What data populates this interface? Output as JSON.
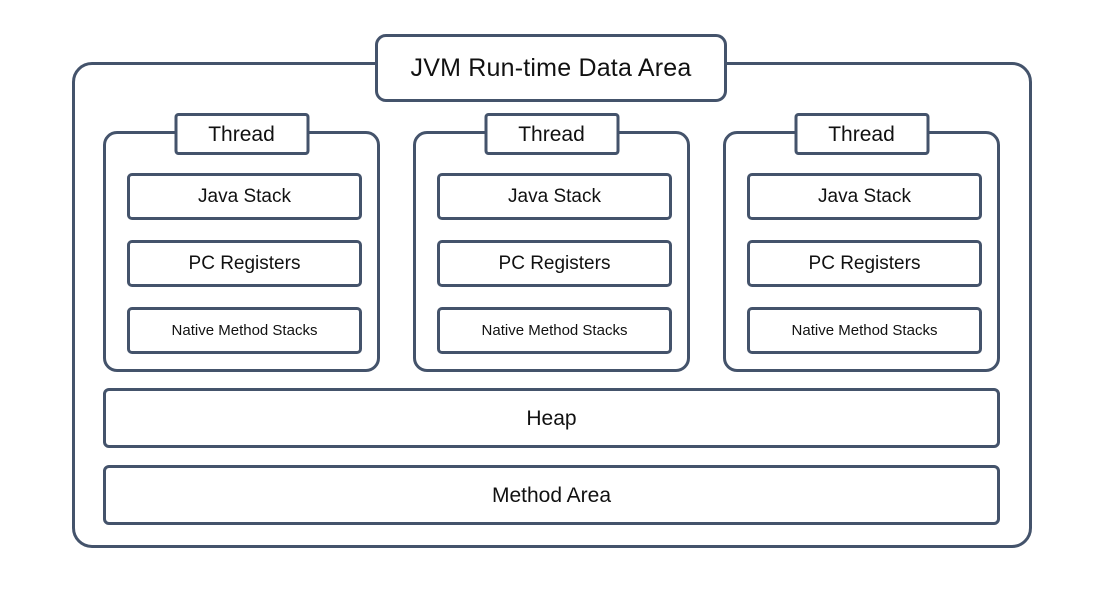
{
  "diagram": {
    "title": "JVM Run-time Data Area",
    "accent_color": "#44536b",
    "background_color": "#ffffff",
    "text_color": "#111111",
    "threads": [
      {
        "label": "Thread",
        "areas": [
          {
            "label": "Java Stack"
          },
          {
            "label": "PC Registers"
          },
          {
            "label": "Native Method Stacks"
          }
        ]
      },
      {
        "label": "Thread",
        "areas": [
          {
            "label": "Java Stack"
          },
          {
            "label": "PC Registers"
          },
          {
            "label": "Native Method Stacks"
          }
        ]
      },
      {
        "label": "Thread",
        "areas": [
          {
            "label": "Java Stack"
          },
          {
            "label": "PC Registers"
          },
          {
            "label": "Native Method Stacks"
          }
        ]
      }
    ],
    "shared_areas": [
      {
        "label": "Heap"
      },
      {
        "label": "Method Area"
      }
    ]
  }
}
